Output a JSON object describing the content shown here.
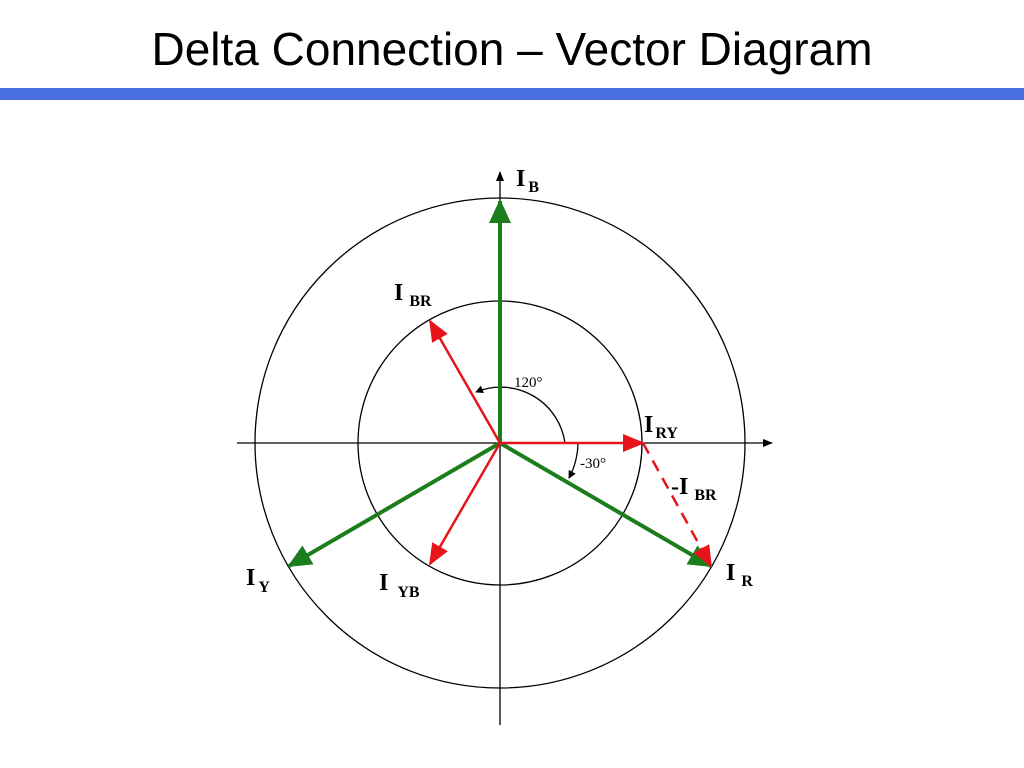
{
  "slide": {
    "title": "Delta Connection – Vector Diagram",
    "accent_color": "#4a6fe3"
  },
  "diagram": {
    "colors": {
      "line_current": "#1b7d1b",
      "phase_current": "#e8141c",
      "axes": "#000000"
    },
    "labels": {
      "ib": {
        "main": "I",
        "sub": "B"
      },
      "ibr": {
        "main": "I",
        "sub": "BR"
      },
      "iry": {
        "main": "I",
        "sub": "RY"
      },
      "neg_ibr": {
        "main": "-I",
        "sub": "BR"
      },
      "iy": {
        "main": "I",
        "sub": "Y"
      },
      "iyb": {
        "main": "I",
        "sub": "YB"
      },
      "ir": {
        "main": "I",
        "sub": "R"
      }
    },
    "angles": {
      "a120": "120°",
      "a_minus30": "-30°"
    }
  }
}
